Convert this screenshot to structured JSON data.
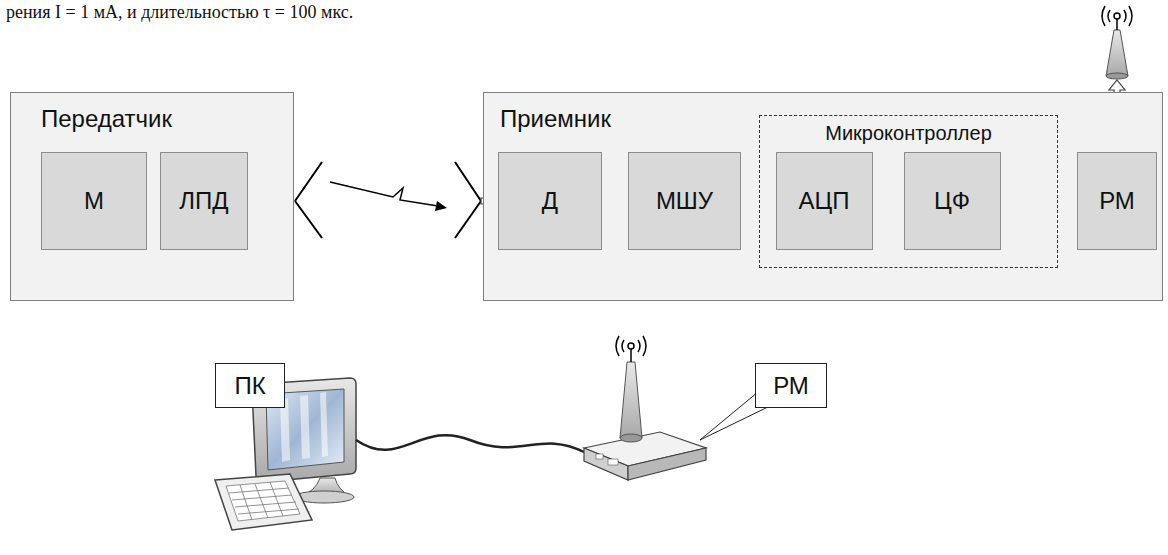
{
  "diagram": {
    "nodes": [
      {
        "text": [
          "Передатчик"
        ]
      },
      {
        "text": [
          "М"
        ],
        "in": 0
      },
      {
        "text": [
          "ЛПД"
        ],
        "in": 0
      },
      {
        "text": [
          "Приемник"
        ]
      },
      {
        "text": [
          "Д"
        ],
        "in": 3
      },
      {
        "text": [
          "МШУ"
        ],
        "in": 3
      },
      {
        "text": [
          "Микроконтроллер"
        ],
        "in": 3
      },
      {
        "text": [
          "АЦП"
        ],
        "in": 6
      },
      {
        "text": [
          "ЦФ"
        ],
        "in": 6
      },
      {
        "text": [
          "РМ"
        ],
        "in": 3
      },
      {
        "text": [
          "ПК"
        ]
      },
      {
        "text": [
          "РМ"
        ]
      }
    ],
    "edges": [
      {
        "from": 1,
        "to": 2,
        "arrow": "to"
      },
      {
        "from": 4,
        "to": 5,
        "arrow": "to"
      },
      {
        "from": 5,
        "to": 7,
        "arrow": "to"
      },
      {
        "from": 7,
        "to": 8,
        "arrow": "to"
      },
      {
        "from": 8,
        "to": 9,
        "arrow": "to"
      }
    ],
    "labels": [
      "рения I = 1 мА, и длительностью τ = 100 мкс."
    ]
  }
}
